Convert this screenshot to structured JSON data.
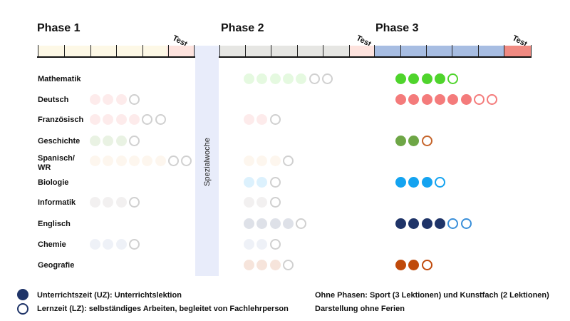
{
  "phases": [
    "Phase 1",
    "Phase 2",
    "Phase 3"
  ],
  "test_label": "Test",
  "special_week": "Spezialwoche",
  "colors": {
    "phase1_fill": "#fdf8e6",
    "phase2_fill": "#e6e6e3",
    "phase3_fill": "#a7bde2",
    "test1_fill": "#fde3de",
    "test2_fill": "#fde3de",
    "test3_fill": "#f08a82",
    "special_week_fill": "#e8ecfa",
    "uz_legend": "#1f3468"
  },
  "subjects": [
    {
      "name": "Mathematik",
      "color": "#4fd42c",
      "phase1": null,
      "phase2": {
        "uz": 5,
        "lz": 2,
        "faded": true
      },
      "phase3": {
        "uz": 4,
        "lz": 1,
        "faded": false
      }
    },
    {
      "name": "Deutsch",
      "color": "#f47b7b",
      "phase1": {
        "uz": 3,
        "lz": 1,
        "faded": true
      },
      "phase2": null,
      "phase3": {
        "uz": 6,
        "lz": 2,
        "faded": false
      }
    },
    {
      "name": "Französisch",
      "color": "#f47b7b",
      "phase1": {
        "uz": 4,
        "lz": 2,
        "faded": true
      },
      "phase2": {
        "uz": 2,
        "lz": 1,
        "faded": true
      },
      "phase3": null
    },
    {
      "name": "Geschichte",
      "color": "#6ea646",
      "outline": "#c5642a",
      "phase1": {
        "uz": 3,
        "lz": 1,
        "faded": true
      },
      "phase2": null,
      "phase3": {
        "uz": 2,
        "lz": 1,
        "faded": false
      }
    },
    {
      "name": "Spanisch/\nWR",
      "color": "#f3c48a",
      "phase1": {
        "uz": 6,
        "lz": 2,
        "faded": true
      },
      "phase2": {
        "uz": 3,
        "lz": 1,
        "faded": true
      },
      "phase3": null
    },
    {
      "name": "Biologie",
      "color": "#14a3f0",
      "phase1": null,
      "phase2": {
        "uz": 2,
        "lz": 1,
        "faded": true
      },
      "phase3": {
        "uz": 3,
        "lz": 1,
        "faded": false
      }
    },
    {
      "name": "Informatik",
      "color": "#a79c99",
      "phase1": {
        "uz": 3,
        "lz": 1,
        "faded": true
      },
      "phase2": {
        "uz": 2,
        "lz": 1,
        "faded": true
      },
      "phase3": null
    },
    {
      "name": "Englisch",
      "color": "#1f3468",
      "outline": "#3a8fd9",
      "phase1": null,
      "phase2": {
        "uz": 4,
        "lz": 1,
        "faded": true
      },
      "phase3": {
        "uz": 4,
        "lz": 2,
        "faded": false
      }
    },
    {
      "name": "Chemie",
      "color": "#8aa3c9",
      "phase1": {
        "uz": 3,
        "lz": 1,
        "faded": true
      },
      "phase2": {
        "uz": 2,
        "lz": 1,
        "faded": true
      },
      "phase3": null
    },
    {
      "name": "Geografie",
      "color": "#c04a0b",
      "phase1": null,
      "phase2": {
        "uz": 3,
        "lz": 1,
        "faded": true
      },
      "phase3": {
        "uz": 2,
        "lz": 1,
        "faded": false
      }
    }
  ],
  "legend": {
    "uz": "Unterrichtszeit (UZ): Unterrichtslektion",
    "lz": "Lernzeit (LZ): selbständiges Arbeiten, begleitet von Fachlehrperson",
    "note1": "Ohne Phasen: Sport (3 Lektionen) und Kunstfach (2 Lektionen)",
    "note2": "Darstellung ohne Ferien"
  }
}
